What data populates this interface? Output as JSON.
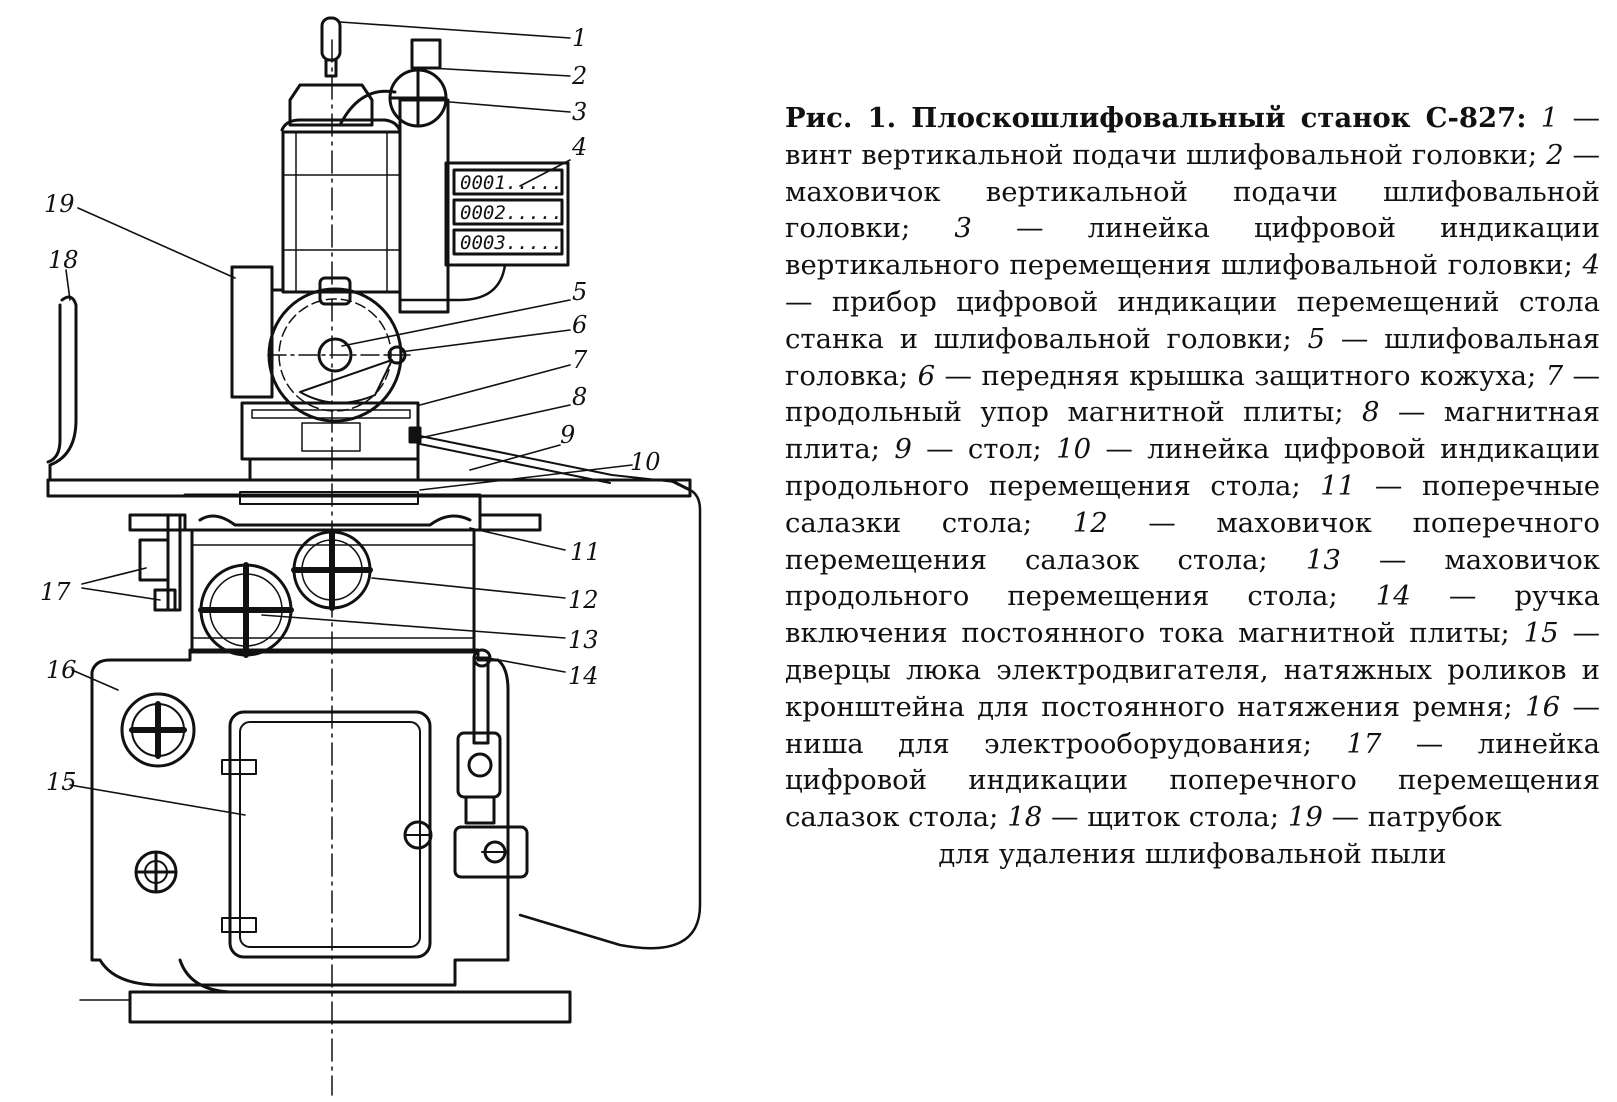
{
  "caption": {
    "figure_prefix": "Рис. 1.",
    "title": " Плоскошлифовальный станок С-827:",
    "items": [
      {
        "num": "1",
        "text": "винт вертикальной подачи шлифовальной головки;"
      },
      {
        "num": "2",
        "text": "маховичок вертикальной подачи шлифовальной головки;"
      },
      {
        "num": "3",
        "text": "линейка цифровой индикации вертикального перемещения шлифовальной головки;"
      },
      {
        "num": "4",
        "text": "прибор цифровой индикации перемещений стола станка и шлифовальной головки;"
      },
      {
        "num": "5",
        "text": "шлифовальная головка;"
      },
      {
        "num": "6",
        "text": "передняя крышка защитного кожуха;"
      },
      {
        "num": "7",
        "text": "продольный упор магнитной плиты;"
      },
      {
        "num": "8",
        "text": "магнитная плита;"
      },
      {
        "num": "9",
        "text": "стол;"
      },
      {
        "num": "10",
        "text": "линейка цифровой индикации продольного перемещения стола;"
      },
      {
        "num": "11",
        "text": "поперечные салазки стола;"
      },
      {
        "num": "12",
        "text": "маховичок поперечного перемещения салазок стола;"
      },
      {
        "num": "13",
        "text": "маховичок продольного перемещения стола;"
      },
      {
        "num": "14",
        "text": "ручка включения постоянного тока магнитной плиты;"
      },
      {
        "num": "15",
        "text": "дверцы люка электродвигателя, натяжных роликов и кронштейна для постоянного натяжения ремня;"
      },
      {
        "num": "16",
        "text": "ниша для электрооборудования;"
      },
      {
        "num": "17",
        "text": "линейка цифровой индикации поперечного перемещения салазок стола;"
      },
      {
        "num": "18",
        "text": "щиток стола;"
      },
      {
        "num": "19",
        "text": "патрубок"
      }
    ],
    "last_line": "для удаления шлифовальной пыли"
  },
  "diagram": {
    "labels": [
      "1",
      "2",
      "3",
      "4",
      "5",
      "6",
      "7",
      "8",
      "9",
      "10",
      "11",
      "12",
      "13",
      "14",
      "15",
      "16",
      "17",
      "18",
      "19"
    ],
    "display_rows": [
      "0001.....",
      "0002.....",
      "0003....."
    ]
  }
}
